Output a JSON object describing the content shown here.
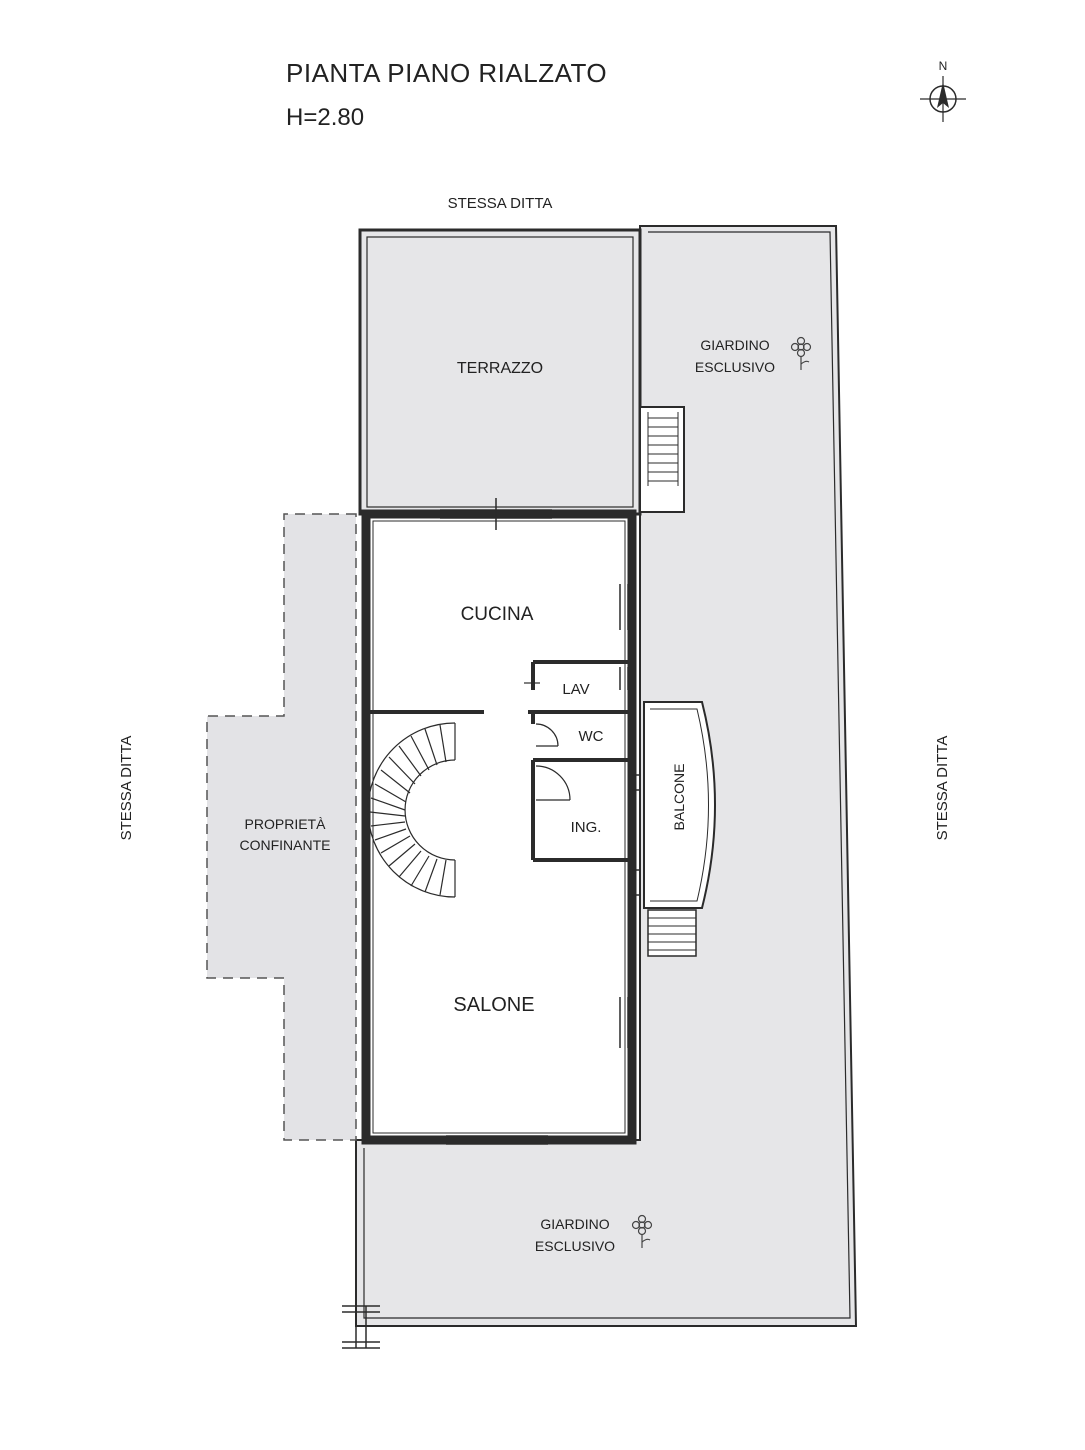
{
  "header": {
    "title": "PIANTA PIANO RIALZATO",
    "height": "H=2.80",
    "north_label": "N"
  },
  "surroundings": {
    "top": "STESSA DITTA",
    "left": "STESSA DITTA",
    "right": "STESSA DITTA",
    "neighbour_line1": "PROPRIETÀ",
    "neighbour_line2": "CONFINANTE"
  },
  "rooms": {
    "terrazzo": "TERRAZZO",
    "cucina": "CUCINA",
    "lav": "LAV",
    "wc": "WC",
    "ing": "ING.",
    "balcone": "BALCONE",
    "salone": "SALONE"
  },
  "gardens": {
    "north_line1": "GIARDINO",
    "north_line2": "ESCLUSIVO",
    "south_line1": "GIARDINO",
    "south_line2": "ESCLUSIVO"
  },
  "colors": {
    "wall": "#2b2b2b",
    "garden_fill": "#e6e6e8",
    "neighbour_fill": "#e3e3e6",
    "terrace_fill": "#e6e6e8"
  }
}
